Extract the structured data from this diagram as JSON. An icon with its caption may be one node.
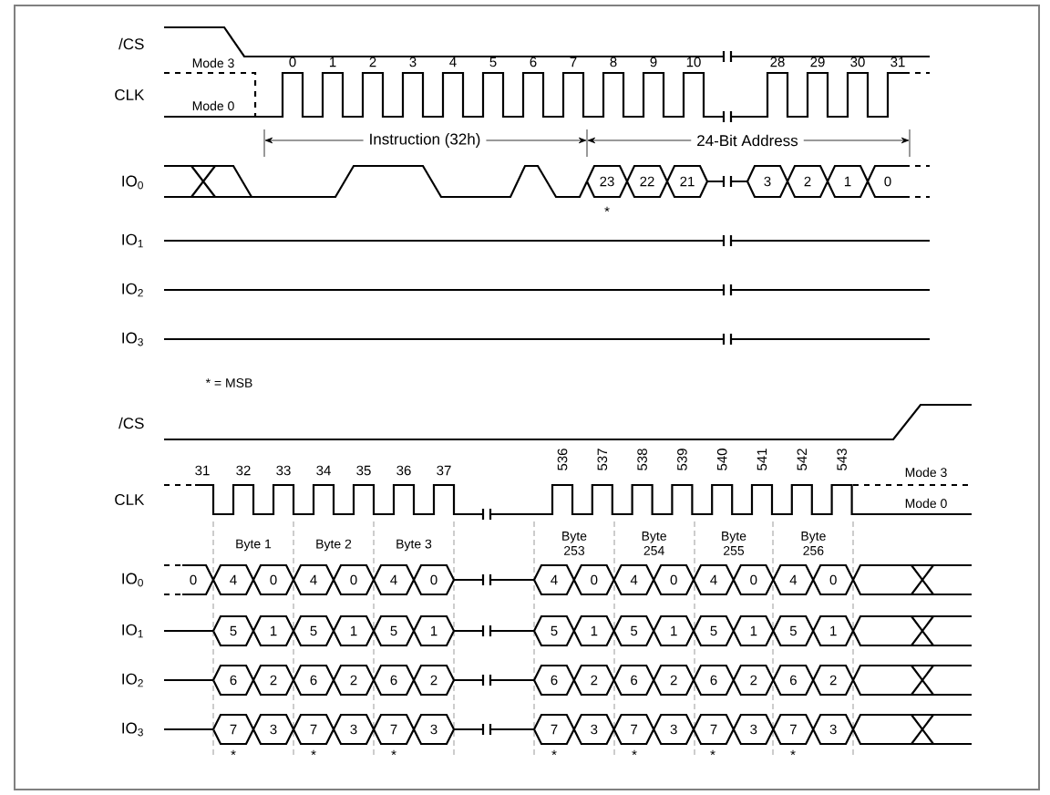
{
  "diagram": {
    "labels": [
      "/CS",
      "CLK",
      "Mode 3",
      "Mode 0",
      "0",
      "1",
      "2",
      "3",
      "4",
      "5",
      "6",
      "7",
      "8",
      "9",
      "10",
      "28",
      "29",
      "30",
      "31",
      "Instruction (32h)",
      "24-Bit Address",
      "IO$_{0}$",
      "23",
      "22",
      "21",
      "3",
      "2",
      "1",
      "0",
      "*",
      "IO$_{1}$",
      "IO$_{2}$",
      "IO$_{3}$",
      "* = MSB",
      "/CS",
      "CLK",
      "31",
      "32",
      "33",
      "34",
      "35",
      "36",
      "37",
      "536",
      "537",
      "538",
      "539",
      "540",
      "541",
      "542",
      "543",
      "Mode 3",
      "Mode 0",
      "Byte 1",
      "Byte 2",
      "Byte 3",
      "Byte 253",
      "Byte 254",
      "Byte 255",
      "Byte 256",
      "IO$_{0}$",
      "0",
      "4",
      "0",
      "4",
      "0",
      "4",
      "0",
      "4",
      "0",
      "4",
      "0",
      "4",
      "0",
      "4",
      "0",
      "IO$_{1}$",
      "5",
      "1",
      "5",
      "1",
      "5",
      "1",
      "5",
      "1",
      "5",
      "1",
      "5",
      "1",
      "5",
      "1",
      "IO$_{2}$",
      "6",
      "2",
      "6",
      "2",
      "6",
      "2",
      "6",
      "2",
      "6",
      "2",
      "6",
      "2",
      "6",
      "2",
      "IO$_{3}$",
      "7",
      "3",
      "7",
      "3",
      "7",
      "3",
      "7",
      "3",
      "7",
      "3",
      "7",
      "3",
      "7",
      "3",
      "*",
      "*",
      "*",
      "*",
      "*",
      "*",
      "*"
    ]
  }
}
